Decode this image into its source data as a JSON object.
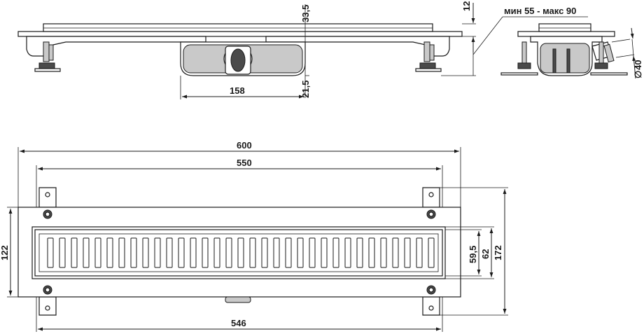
{
  "drawing": {
    "side_view": {
      "height_top": "33,5",
      "height_bottom": "21,5",
      "outlet_offset": "158",
      "grate_thickness": "12",
      "adjust_range": "мин 55 - макс 90"
    },
    "end_view": {
      "outlet_diameter": "40"
    },
    "plan_view": {
      "overall_length": "600",
      "inner_length": "550",
      "grate_length": "546",
      "overall_width": "122",
      "grate_width_inner": "59,5",
      "grate_width": "62",
      "flange_width": "172"
    }
  }
}
